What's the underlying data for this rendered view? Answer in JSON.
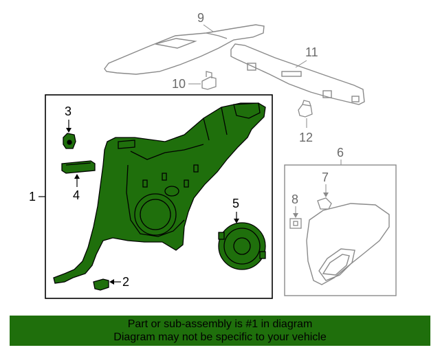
{
  "callouts": {
    "c1": "1",
    "c2": "2",
    "c3": "3",
    "c4": "4",
    "c5": "5",
    "c6": "6",
    "c7": "7",
    "c8": "8",
    "c9": "9",
    "c10": "10",
    "c11": "11",
    "c12": "12"
  },
  "colors": {
    "highlight": "#1f6f0c",
    "outline": "#000000",
    "gray": "#8a8a8a"
  },
  "banner": {
    "line1": "Part or sub-assembly is #1 in diagram",
    "line2": "Diagram may not be specific to your vehicle"
  }
}
